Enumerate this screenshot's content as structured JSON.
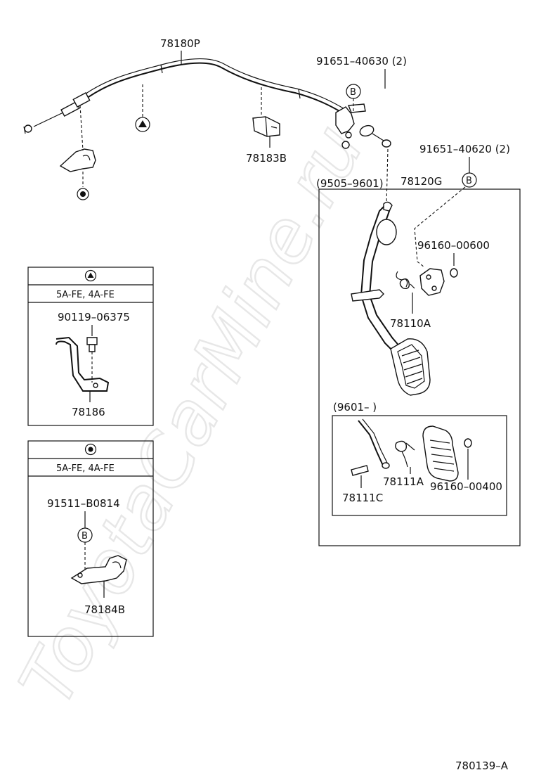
{
  "watermark": "ToyotaCarMine.ru",
  "figure_id": "780139–A",
  "bolt_mark": "B",
  "parts": {
    "cable": "78180P",
    "clamp": "78183B",
    "bolt_top": "91651–40630 (2)",
    "bolt_right": "91651–40620 (2)",
    "pedal_range": "(9505–9601)",
    "pedal": "78120G",
    "bushing": "96160–00600",
    "spring": "78110A",
    "lower_range": "(9601–          )",
    "spring_lower": "78111A",
    "pin_lower": "78111C",
    "bushing_lower": "96160–00400"
  },
  "insets": [
    {
      "symbol": "triangle",
      "engine": "5A-FE, 4A-FE",
      "bolt": "90119–06375",
      "part": "78186"
    },
    {
      "symbol": "dot",
      "engine": "5A-FE, 4A-FE",
      "bolt": "91511–B0814",
      "part": "78184B"
    }
  ]
}
